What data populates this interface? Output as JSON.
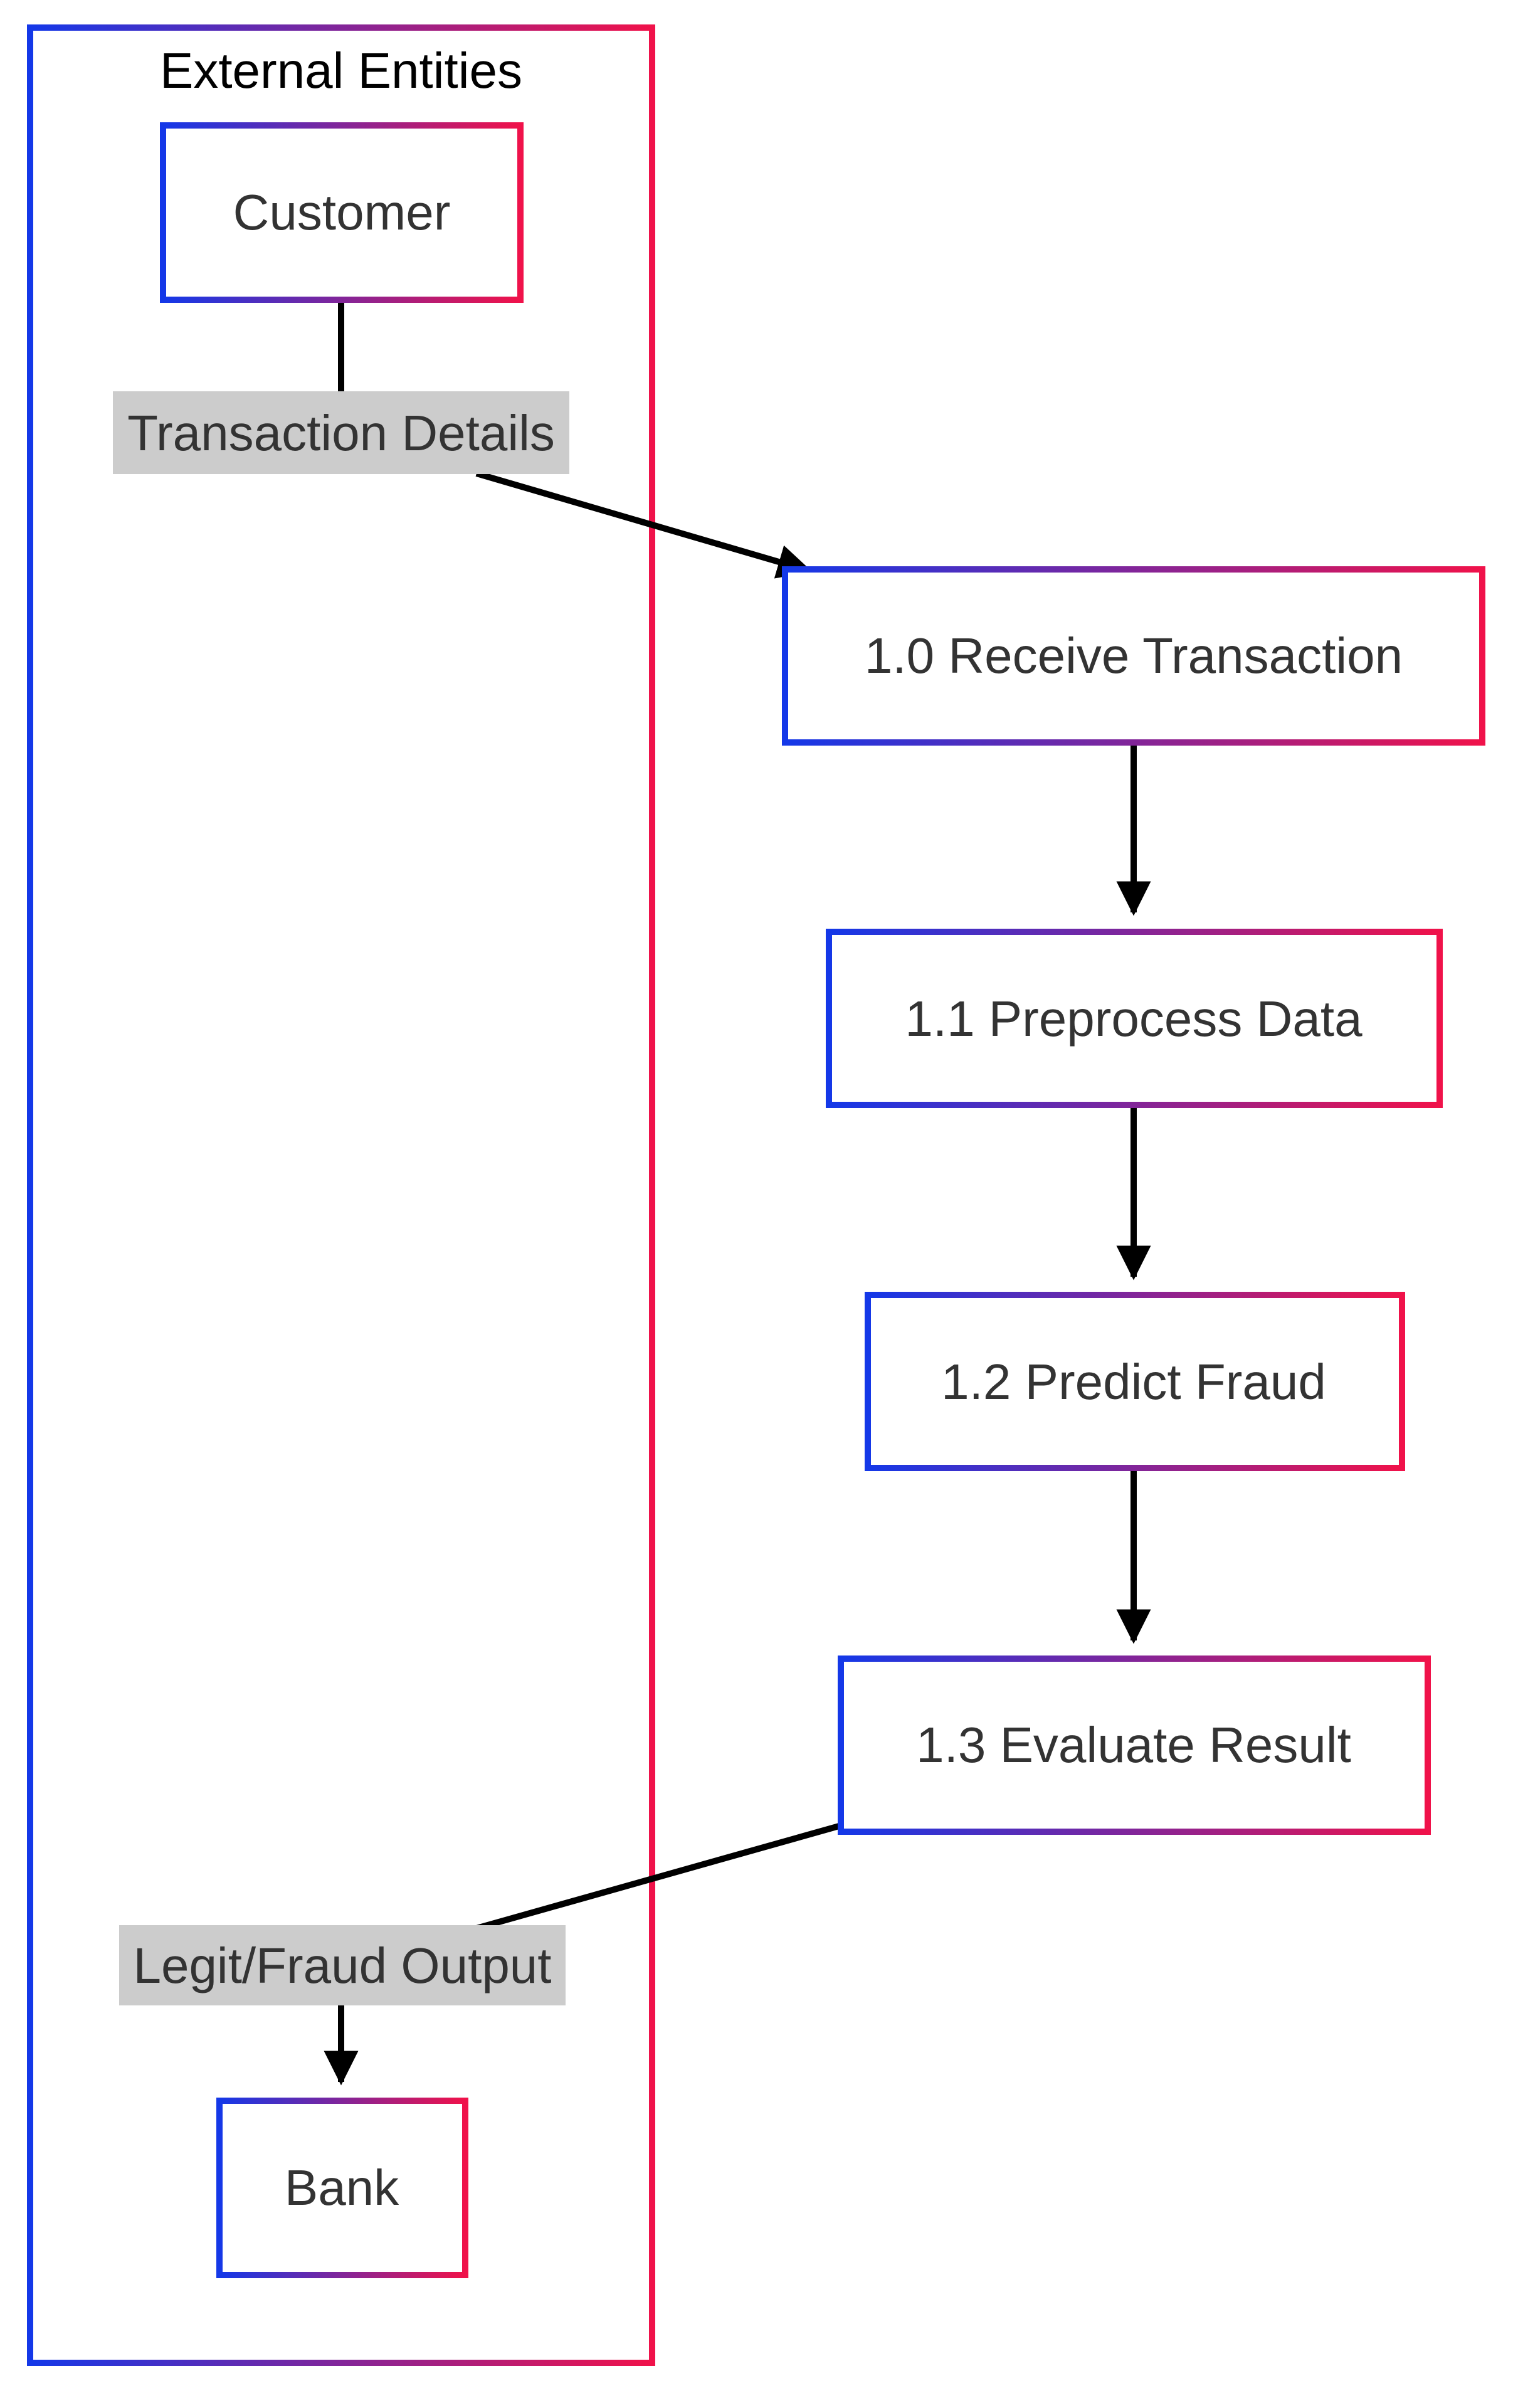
{
  "group": {
    "label": "External Entities"
  },
  "nodes": {
    "customer": "Customer",
    "bank": "Bank",
    "receive": "1.0 Receive Transaction",
    "preprocess": "1.1 Preprocess Data",
    "predict": "1.2 Predict Fraud",
    "evaluate": "1.3 Evaluate Result"
  },
  "edges": {
    "transaction_details": "Transaction Details",
    "legit_fraud_output": "Legit/Fraud Output"
  },
  "colors": {
    "gradient_start": "#1438e8",
    "gradient_end": "#f0124a",
    "edge": "#000000",
    "edge_label_bg": "#cccccc",
    "node_text": "#333333"
  }
}
